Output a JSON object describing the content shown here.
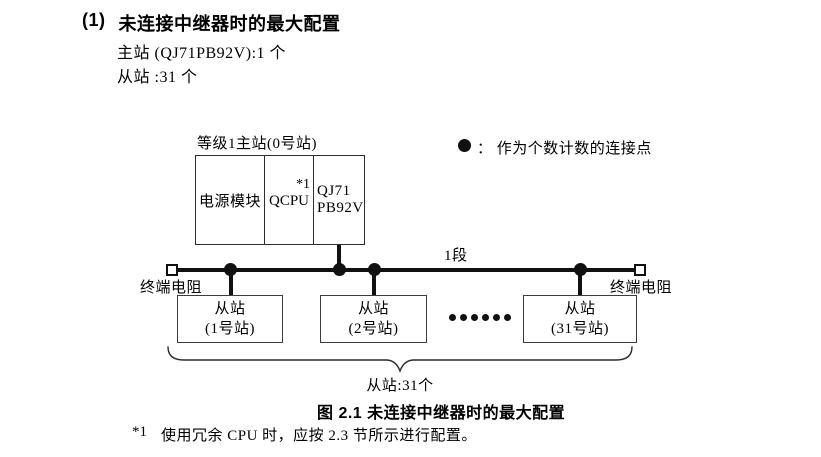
{
  "colors": {
    "ink": "#000000",
    "line": "#111111",
    "box_border": "#3c3c3c",
    "background": "#ffffff"
  },
  "header": {
    "number": "(1)",
    "title": "未连接中继器时的最大配置",
    "spec_lines": [
      "主站 (QJ71PB92V):1 个",
      "从站 :31 个"
    ]
  },
  "diagram": {
    "master_label": "等级1主站(0号站)",
    "master_box": {
      "power_module": "电源模块",
      "cpu": "QCPU",
      "cpu_note": "*1",
      "network_module_line1": "QJ71",
      "network_module_line2": "PB92V"
    },
    "legend": {
      "text": "： 作为个数计数的连接点"
    },
    "segment_label": "1段",
    "terminators": {
      "left": "终端电阻",
      "right": "终端电阻"
    },
    "slaves": [
      {
        "line1": "从站",
        "line2": "(1号站)"
      },
      {
        "line1": "从站",
        "line2": "(2号站)"
      },
      {
        "line1": "从站",
        "line2": "(31号站)"
      }
    ],
    "brace_label": "从站:31个"
  },
  "caption": "图 2.1 未连接中继器时的最大配置",
  "footnote": {
    "marker": "*1",
    "text": "使用冗余 CPU 时，应按 2.3 节所示进行配置。"
  }
}
